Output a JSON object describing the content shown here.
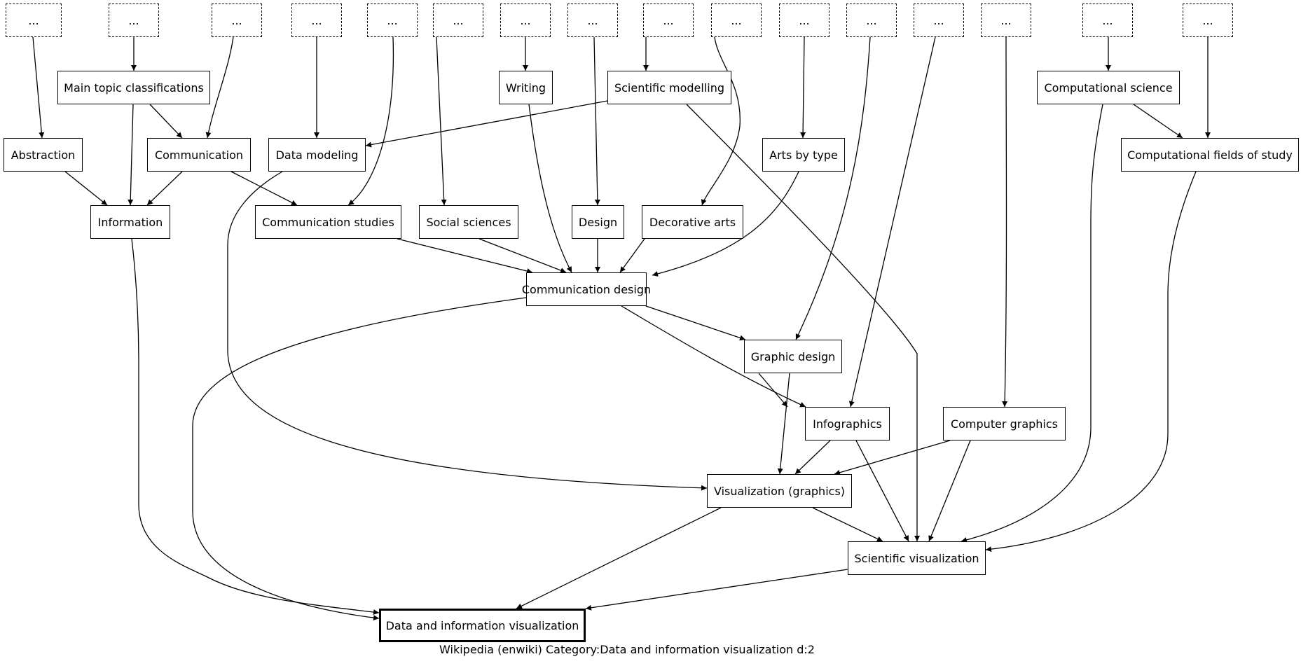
{
  "graph": {
    "caption": "Wikipedia (enwiki) Category:Data and information visualization d:2",
    "focus": "Data and information visualization",
    "nodes": {
      "p1": "...",
      "p2": "...",
      "p3": "...",
      "p4": "...",
      "p5": "...",
      "p6": "...",
      "p7": "...",
      "p8": "...",
      "p9": "...",
      "p10": "...",
      "p11": "...",
      "p12": "...",
      "p13": "...",
      "p14": "...",
      "p15": "...",
      "p16": "...",
      "main_topic": "Main topic classifications",
      "writing": "Writing",
      "sci_modelling": "Scientific modelling",
      "comp_science": "Computational science",
      "abstraction": "Abstraction",
      "communication": "Communication",
      "data_modeling": "Data modeling",
      "arts_by_type": "Arts by type",
      "comp_fields": "Computational fields of study",
      "information": "Information",
      "comm_studies": "Communication studies",
      "social_sciences": "Social sciences",
      "design": "Design",
      "decorative_arts": "Decorative arts",
      "comm_design": "Communication design",
      "graphic_design": "Graphic design",
      "infographics": "Infographics",
      "computer_graphics": "Computer graphics",
      "vis_graphics": "Visualization (graphics)",
      "sci_vis": "Scientific visualization",
      "data_info_vis": "Data and information visualization"
    },
    "edges": [
      [
        "p1",
        "abstraction"
      ],
      [
        "p2",
        "main_topic"
      ],
      [
        "p3",
        "communication"
      ],
      [
        "p4",
        "data_modeling"
      ],
      [
        "p5",
        "comm_studies"
      ],
      [
        "p6",
        "social_sciences"
      ],
      [
        "p7",
        "writing"
      ],
      [
        "p8",
        "design"
      ],
      [
        "p9",
        "sci_modelling"
      ],
      [
        "p10",
        "decorative_arts"
      ],
      [
        "p11",
        "arts_by_type"
      ],
      [
        "p12",
        "graphic_design"
      ],
      [
        "p13",
        "infographics"
      ],
      [
        "p14",
        "computer_graphics"
      ],
      [
        "p15",
        "comp_science"
      ],
      [
        "p16",
        "comp_fields"
      ],
      [
        "main_topic",
        "information"
      ],
      [
        "main_topic",
        "communication"
      ],
      [
        "sci_modelling",
        "data_modeling"
      ],
      [
        "sci_modelling",
        "sci_vis"
      ],
      [
        "comp_science",
        "comp_fields"
      ],
      [
        "comp_science",
        "sci_vis"
      ],
      [
        "abstraction",
        "information"
      ],
      [
        "communication",
        "information"
      ],
      [
        "communication",
        "comm_studies"
      ],
      [
        "data_modeling",
        "vis_graphics"
      ],
      [
        "writing",
        "comm_design"
      ],
      [
        "comm_studies",
        "comm_design"
      ],
      [
        "social_sciences",
        "comm_design"
      ],
      [
        "design",
        "comm_design"
      ],
      [
        "decorative_arts",
        "comm_design"
      ],
      [
        "arts_by_type",
        "comm_design"
      ],
      [
        "comp_fields",
        "sci_vis"
      ],
      [
        "information",
        "data_info_vis"
      ],
      [
        "comm_design",
        "data_info_vis"
      ],
      [
        "comm_design",
        "graphic_design"
      ],
      [
        "comm_design",
        "infographics"
      ],
      [
        "graphic_design",
        "infographics"
      ],
      [
        "graphic_design",
        "vis_graphics"
      ],
      [
        "infographics",
        "vis_graphics"
      ],
      [
        "infographics",
        "sci_vis"
      ],
      [
        "computer_graphics",
        "vis_graphics"
      ],
      [
        "computer_graphics",
        "sci_vis"
      ],
      [
        "vis_graphics",
        "sci_vis"
      ],
      [
        "vis_graphics",
        "data_info_vis"
      ],
      [
        "sci_vis",
        "data_info_vis"
      ]
    ]
  }
}
